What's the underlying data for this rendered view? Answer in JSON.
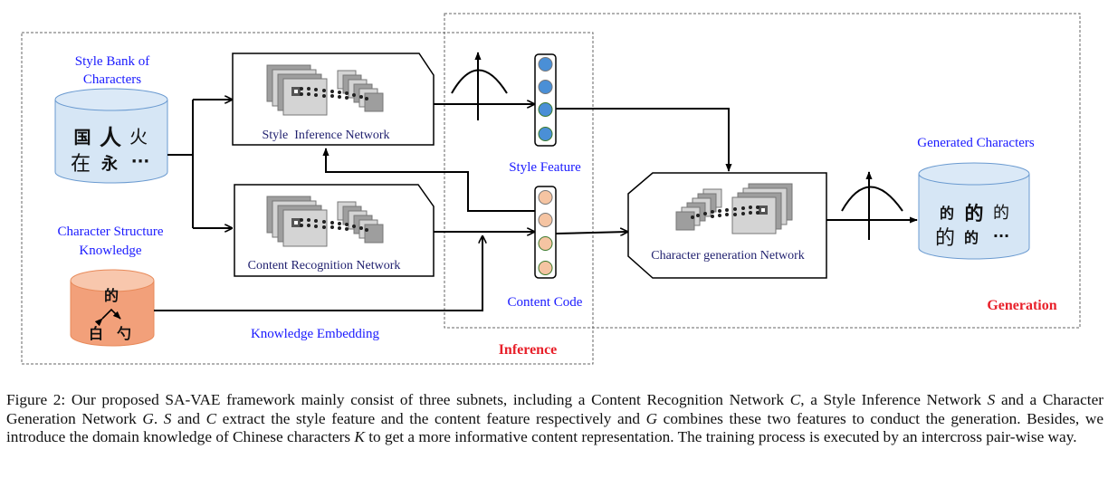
{
  "figure": {
    "regions": {
      "inference": "Inference",
      "generation": "Generation"
    },
    "labels": {
      "style_bank_line1": "Style Bank of",
      "style_bank_line2": "Characters",
      "char_structure_line1": "Character Structure",
      "char_structure_line2": "Knowledge",
      "style_feature": "Style Feature",
      "content_code": "Content Code",
      "knowledge_embedding": "Knowledge Embedding",
      "generated_characters": "Generated Characters"
    },
    "networks": {
      "style_inference": "Style  Inference Network",
      "content_recognition": "Content Recognition Network",
      "character_generation": "Character generation Network"
    },
    "style_bank_chars": {
      "row1": [
        "国",
        "人",
        "火"
      ],
      "row2": [
        "在",
        "永",
        "···"
      ]
    },
    "structure_chars": {
      "whole": "的",
      "left": "白",
      "right": "勺"
    },
    "generated_chars": {
      "row1": [
        "的",
        "的",
        "的"
      ],
      "row2": [
        "的",
        "的",
        "···"
      ]
    },
    "colors": {
      "style_node_fill": "#4a8fd6",
      "content_node_fill": "#f5c4a2",
      "db_blue_fill": "#d6e6f5",
      "db_orange_fill": "#f2a07a",
      "label_blue": "#1a1aff",
      "label_navy": "#1f1f6e",
      "region_red": "#e8202a"
    }
  },
  "caption": {
    "prefix": "Figure 2: Our proposed SA-VAE framework mainly consist of three subnets, including a Content Recognition Network ",
    "sym_C": "C",
    "part2": ", a Style Inference Network ",
    "sym_S": "S",
    "part3": " and a Character Generation Network ",
    "sym_G": "G",
    "part4": ". ",
    "part5": " and ",
    "part6": " extract the style feature and the content feature respectively and ",
    "part7": " combines these two features to conduct the generation. Besides, we introduce the domain knowledge of Chinese characters ",
    "sym_K": "K",
    "part8": " to get a more informative content representation. The training process is executed by an intercross pair-wise way."
  }
}
